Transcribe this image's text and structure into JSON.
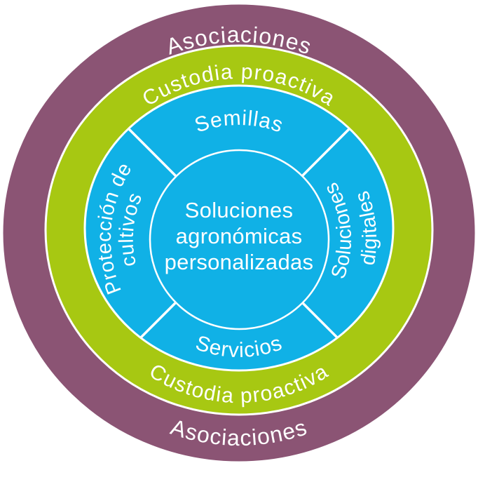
{
  "diagram": {
    "colors": {
      "outer_ring": "#8b5474",
      "middle_ring": "#a7c812",
      "inner_ring": "#10b1e6",
      "center_circle": "#10b1e6",
      "divider": "#ffffff",
      "text": "#ffffff"
    },
    "outer_ring": {
      "top_label": "Asociaciones",
      "bottom_label": "Asociaciones"
    },
    "middle_ring": {
      "top_label": "Custodia proactiva",
      "bottom_label": "Custodia proactiva"
    },
    "segments": {
      "top": "Semillas",
      "bottom": "Servicios",
      "left_line1": "Protección de",
      "left_line2": "cultivos",
      "right_line1": "Soluciones",
      "right_line2": "digitales"
    },
    "center": {
      "line1": "Soluciones",
      "line2": "agronómicas",
      "line3": "personalizadas"
    }
  }
}
